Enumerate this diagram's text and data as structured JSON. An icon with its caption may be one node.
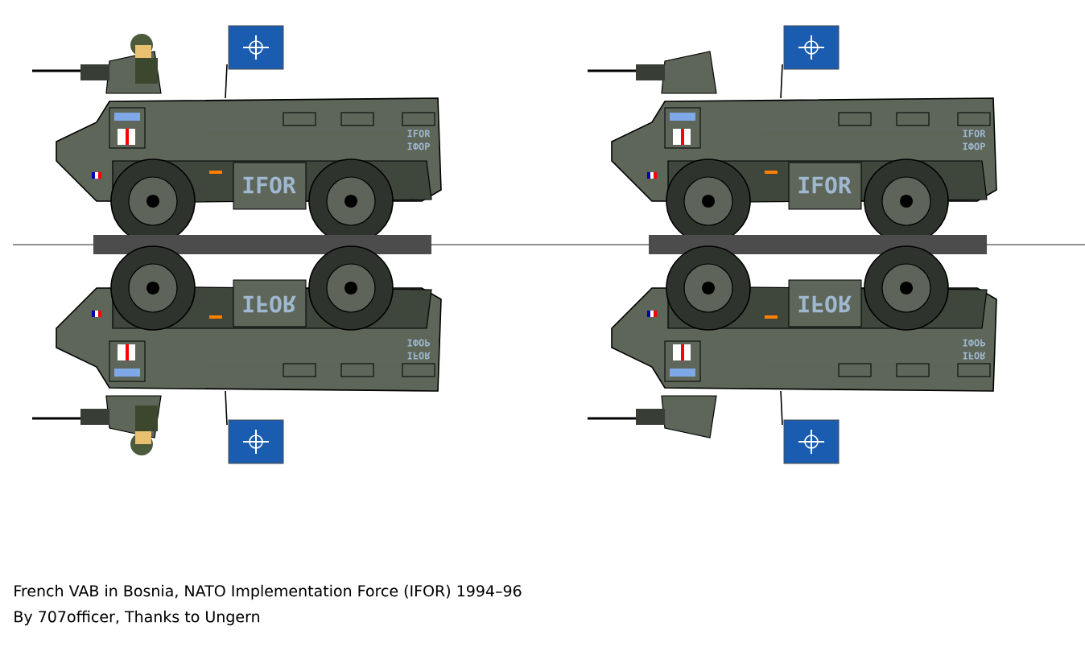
{
  "diagram": {
    "labels": [
      "IFOR",
      "IFOR",
      "IФOP",
      "IFOR",
      "IFOR",
      "IФOP",
      "IFOR",
      "IFOR",
      "IФOP",
      "IFOR",
      "IFOR",
      "IФOP",
      "French VAB in Bosnia, NATO Implementation Force (IFOR) 1994–96",
      "By 707officer,  Thanks to Ungern"
    ]
  }
}
